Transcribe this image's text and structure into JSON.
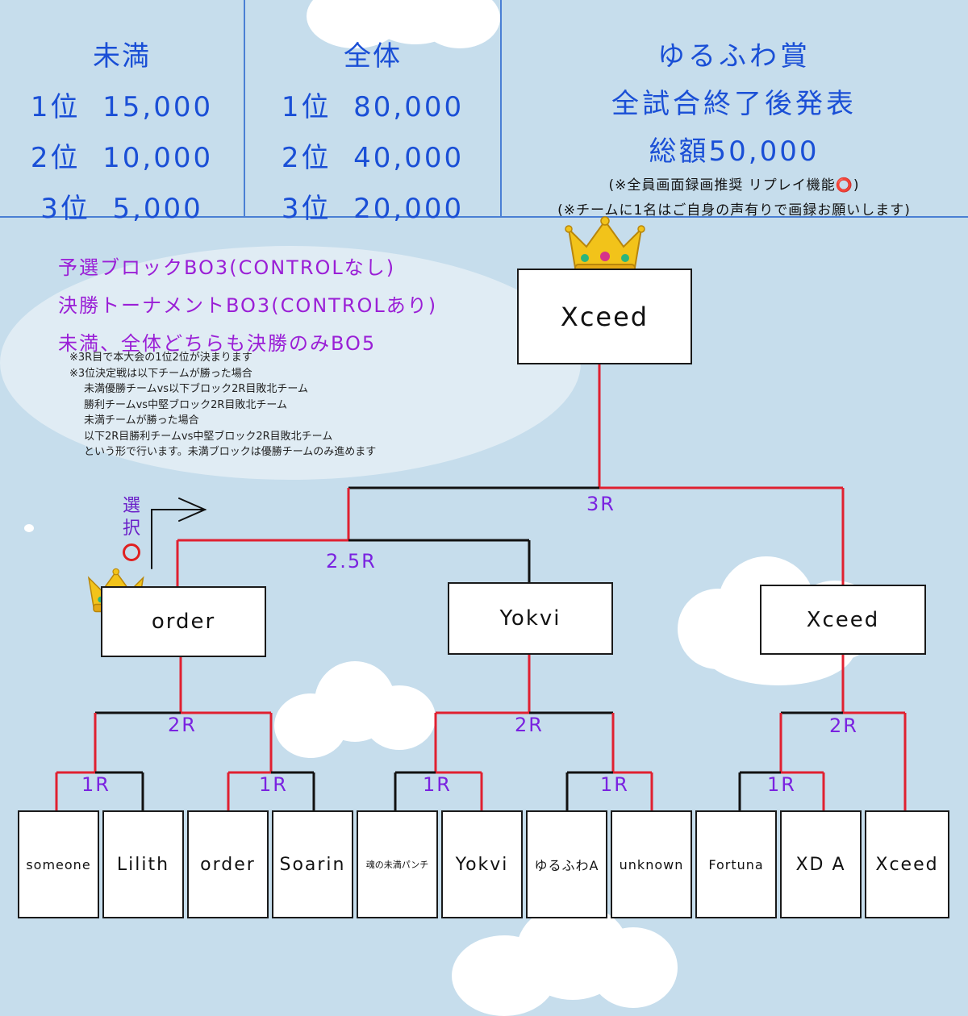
{
  "prizes": {
    "under": {
      "title": "未満",
      "rows": [
        {
          "place": "1位",
          "amount": "15,000"
        },
        {
          "place": "2位",
          "amount": "10,000"
        },
        {
          "place": "3位",
          "amount": "5,000"
        }
      ]
    },
    "overall": {
      "title": "全体",
      "rows": [
        {
          "place": "1位",
          "amount": "80,000"
        },
        {
          "place": "2位",
          "amount": "40,000"
        },
        {
          "place": "3位",
          "amount": "20,000"
        }
      ]
    },
    "yurufuwa": {
      "title": "ゆるふわ賞",
      "line1": "全試合終了後発表",
      "total": "総額50,000",
      "note1": "(※全員画面録画推奨 リプレイ機能⭕)",
      "note2": "(※チームに1名はご自身の声有りで画録お願いします)"
    }
  },
  "rules": {
    "lines": [
      "予選ブロックBO3(CONTROLなし)",
      "決勝トーナメントBO3(CONTROLあり)",
      "未満、全体どちらも決勝のみBO5"
    ],
    "notes": [
      "※3R目で本大会の1位2位が決まります",
      "※3位決定戦は以下チームが勝った場合",
      "未満優勝チームvs以下ブロック2R目敗北チーム",
      "勝利チームvs中堅ブロック2R目敗北チーム",
      "未満チームが勝った場合",
      "以下2R目勝利チームvs中堅ブロック2R目敗北チーム",
      "という形で行います。未満ブロックは優勝チームのみ進めます"
    ]
  },
  "select_label": "選\n択",
  "bracket": {
    "champion": "Xceed",
    "semis": [
      "order",
      "Yokvi",
      "Xceed"
    ],
    "leaves": [
      "someone",
      "Lilith",
      "order",
      "Soarin",
      "魂の未満パンチ",
      "Yokvi",
      "ゆるふわA",
      "unknown",
      "Fortuna",
      "XD A",
      "Xceed"
    ],
    "round_labels": {
      "r1": "1R",
      "r2": "2R",
      "r25": "2.5R",
      "r3": "3R"
    }
  },
  "colors": {
    "win_line": "#e02030",
    "lose_line": "#111111",
    "prize_text": "#1a4fd6",
    "rule_text": "#9a1fd6",
    "round_text": "#7a22e0",
    "background": "#c6ddec"
  },
  "icons": [
    "crown-icon",
    "arrow-icon",
    "circle-icon"
  ]
}
